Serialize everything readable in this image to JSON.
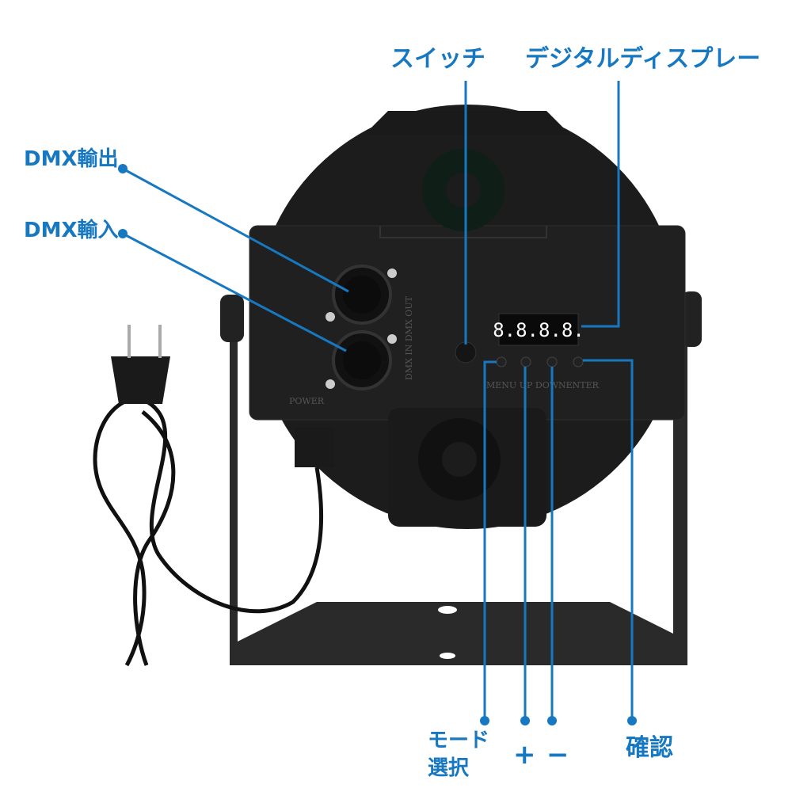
{
  "callouts": {
    "switch": "スイッチ",
    "display": "デジタルディスプレー",
    "dmx_out": "DMX輸出",
    "dmx_in": "DMX輸入",
    "mode_select": "モード\n選択",
    "mode_select_line1": "モード",
    "mode_select_line2": "選択",
    "plus": "+",
    "minus": "−",
    "confirm": "確認"
  },
  "device": {
    "display_readout": "8.8.8.8.",
    "dmx_in_label": "DMX IN",
    "dmx_out_label": "DMX OUT",
    "power_label": "POWER",
    "buttons": [
      "MENU",
      "UP",
      "DOWN",
      "ENTER"
    ]
  },
  "colors": {
    "accent": "#1778c2",
    "housing": "#1c1c1c",
    "display_digits": "#ffffff"
  }
}
